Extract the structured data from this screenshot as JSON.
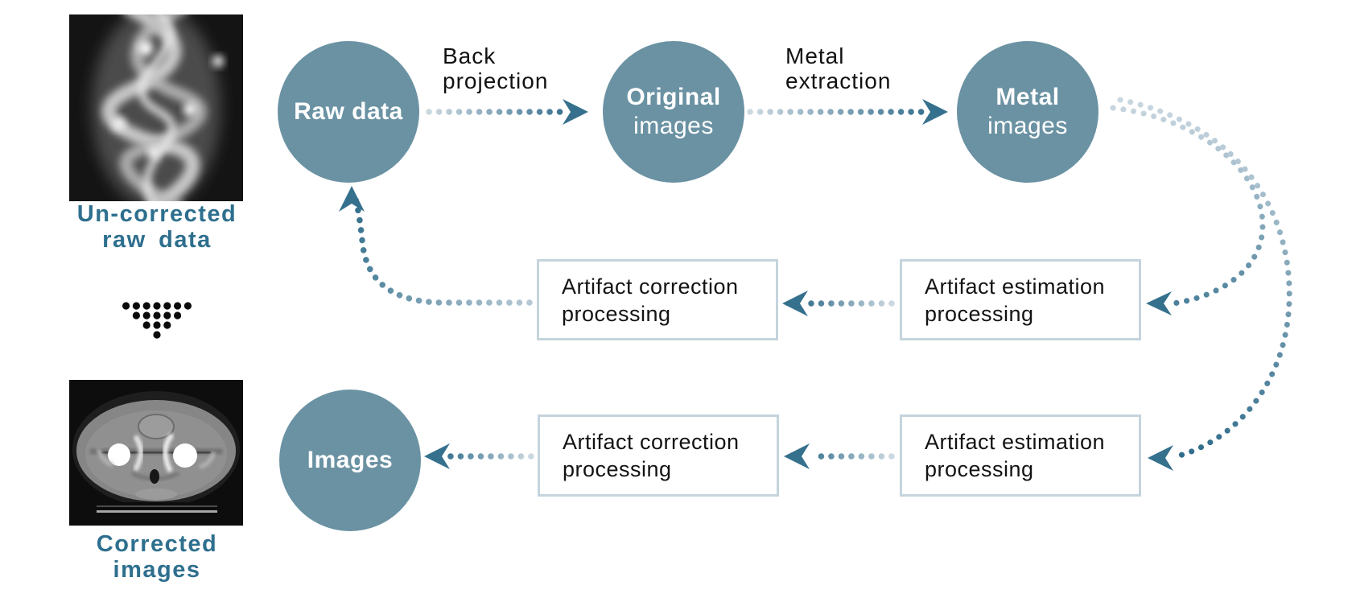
{
  "palette": {
    "circle_fill": "#6a92a3",
    "circle_text": "#ffffff",
    "teal_label": "#2e6f8e",
    "arrow_dark": "#2f6b8a",
    "arrow_light": "#c9d8e0",
    "box_border": "#c5d4dd",
    "box_text": "#131313",
    "triangle_dots": "#0a0a0a"
  },
  "left_column": {
    "uncorrected_label": {
      "line1": "Un-corrected",
      "line2": "raw data"
    },
    "corrected_label": {
      "line1": "Corrected",
      "line2": "images"
    }
  },
  "flow": {
    "nodes": [
      {
        "id": "raw-data",
        "line1": "Raw data",
        "line2": ""
      },
      {
        "id": "original-images",
        "line1": "Original",
        "line2": "images"
      },
      {
        "id": "metal-images",
        "line1": "Metal",
        "line2": "images"
      },
      {
        "id": "images",
        "line1": "Images",
        "line2": ""
      }
    ],
    "edge_labels": [
      {
        "id": "back-projection",
        "line1": "Back",
        "line2": "projection"
      },
      {
        "id": "metal-extraction",
        "line1": "Metal",
        "line2": "extraction"
      }
    ],
    "boxes": [
      {
        "id": "artifact-correction-mid",
        "line1": "Artifact correction",
        "line2": "processing"
      },
      {
        "id": "artifact-estimation-mid",
        "line1": "Artifact estimation",
        "line2": "processing"
      },
      {
        "id": "artifact-correction-bottom",
        "line1": "Artifact correction",
        "line2": "processing"
      },
      {
        "id": "artifact-estimation-bottom",
        "line1": "Artifact estimation",
        "line2": "processing"
      }
    ],
    "edges": [
      {
        "from": "raw-data",
        "to": "original-images",
        "label": "Back projection"
      },
      {
        "from": "original-images",
        "to": "metal-images",
        "label": "Metal extraction"
      },
      {
        "from": "metal-images",
        "to": "artifact-estimation-mid",
        "label": ""
      },
      {
        "from": "metal-images",
        "to": "artifact-estimation-bottom",
        "label": ""
      },
      {
        "from": "artifact-estimation-mid",
        "to": "artifact-correction-mid",
        "label": ""
      },
      {
        "from": "artifact-correction-mid",
        "to": "raw-data",
        "label": ""
      },
      {
        "from": "artifact-estimation-bottom",
        "to": "artifact-correction-bottom",
        "label": ""
      },
      {
        "from": "artifact-correction-bottom",
        "to": "images",
        "label": ""
      }
    ]
  }
}
